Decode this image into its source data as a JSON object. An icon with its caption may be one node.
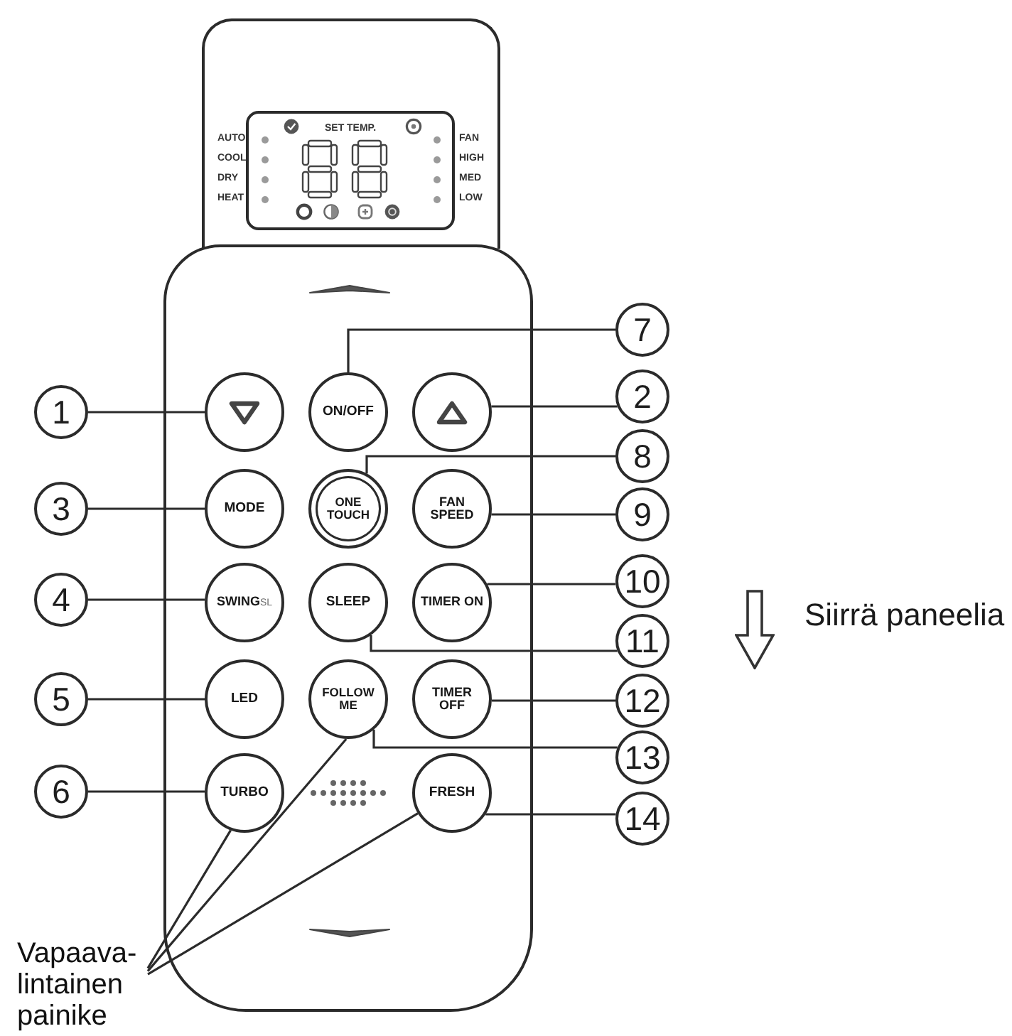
{
  "diagram": {
    "nodes": [
      {
        "text": [],
        "shape": "box"
      },
      {
        "text": [
          "SET TEMP."
        ],
        "in": 0,
        "beside": [
          "AUTO",
          "COOL",
          "DRY",
          "HEAT",
          "FAN",
          "HIGH",
          "MED",
          "LOW"
        ]
      },
      {
        "text": [],
        "shape": "box"
      },
      {
        "text": [],
        "shape": "circle",
        "in": 2
      },
      {
        "text": [
          "ON/OFF"
        ],
        "in": 2
      },
      {
        "text": [],
        "shape": "circle",
        "in": 2
      },
      {
        "text": [
          "MODE"
        ],
        "in": 2
      },
      {
        "text": [
          "ONE TOUCH"
        ],
        "in": 2
      },
      {
        "text": [
          "FAN SPEED"
        ],
        "in": 2
      },
      {
        "text": [
          "SWING",
          "SL"
        ],
        "in": 2
      },
      {
        "text": [
          "SLEEP"
        ],
        "in": 2
      },
      {
        "text": [
          "TIMER ON"
        ],
        "in": 2
      },
      {
        "text": [
          "LED"
        ],
        "in": 2
      },
      {
        "text": [
          "FOLLOW ME"
        ],
        "in": 2
      },
      {
        "text": [
          "TIMER OFF"
        ],
        "in": 2
      },
      {
        "text": [
          "TURBO"
        ],
        "in": 2
      },
      {
        "text": [
          "FRESH"
        ],
        "in": 2
      },
      {
        "text": [
          "1"
        ]
      },
      {
        "text": [
          "2"
        ]
      },
      {
        "text": [
          "3"
        ]
      },
      {
        "text": [
          "4"
        ]
      },
      {
        "text": [
          "5"
        ]
      },
      {
        "text": [
          "6"
        ]
      },
      {
        "text": [
          "7"
        ]
      },
      {
        "text": [
          "8"
        ]
      },
      {
        "text": [
          "9"
        ]
      },
      {
        "text": [
          "10"
        ]
      },
      {
        "text": [
          "11"
        ]
      },
      {
        "text": [
          "12"
        ]
      },
      {
        "text": [
          "13"
        ]
      },
      {
        "text": [
          "14"
        ]
      },
      {
        "text": [
          "Vapaava- lintainen painike"
        ]
      }
    ],
    "edges": [
      {
        "from": 17,
        "to": 3,
        "arrow": "none"
      },
      {
        "from": 18,
        "to": 5,
        "arrow": "none"
      },
      {
        "from": 19,
        "to": 6,
        "arrow": "none"
      },
      {
        "from": 20,
        "to": 9,
        "arrow": "none"
      },
      {
        "from": 21,
        "to": 12,
        "arrow": "none"
      },
      {
        "from": 22,
        "to": 15,
        "arrow": "none"
      },
      {
        "from": 23,
        "to": 4,
        "arrow": "none"
      },
      {
        "from": 24,
        "to": 7,
        "arrow": "none"
      },
      {
        "from": 25,
        "to": 8,
        "arrow": "none"
      },
      {
        "from": 26,
        "to": 11,
        "arrow": "none"
      },
      {
        "from": 27,
        "to": 10,
        "arrow": "none"
      },
      {
        "from": 28,
        "to": 14,
        "arrow": "none"
      },
      {
        "from": 29,
        "to": 13,
        "arrow": "none"
      },
      {
        "from": 30,
        "to": 16,
        "arrow": "none"
      },
      {
        "from": 31,
        "to": 15,
        "arrow": "none"
      },
      {
        "from": 31,
        "to": 13,
        "arrow": "none"
      },
      {
        "from": 31,
        "to": 16,
        "arrow": "none"
      }
    ],
    "labels": [
      "Siirrä paneelia"
    ]
  }
}
